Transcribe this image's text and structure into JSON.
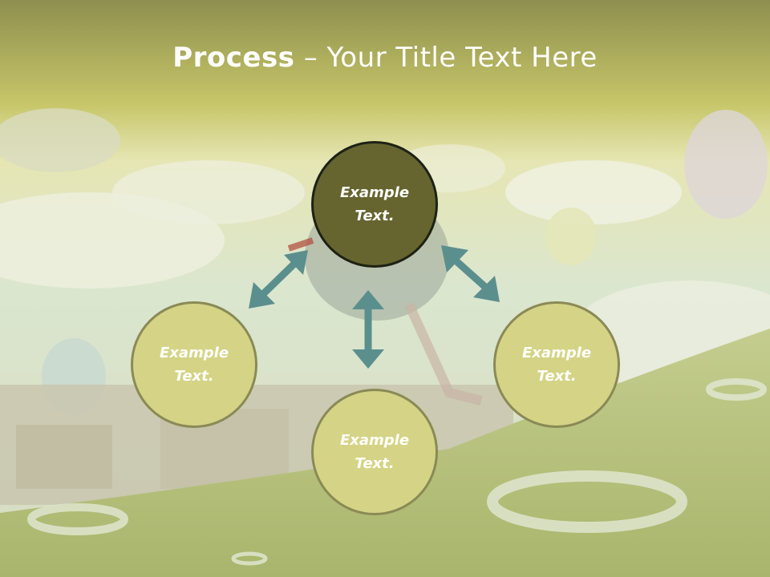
{
  "slide": {
    "title_bold": "Process",
    "title_rest": " – Your Title Text Here"
  },
  "nodes": {
    "top": {
      "line1": "Example",
      "line2": "Text."
    },
    "left": {
      "line1": "Example",
      "line2": "Text."
    },
    "right": {
      "line1": "Example",
      "line2": "Text."
    },
    "bottom": {
      "line1": "Example",
      "line2": "Text."
    }
  },
  "colors": {
    "header_band": "#b9b958",
    "node_dark": "#66652f",
    "node_light": "#d5d486",
    "arrow": "#5b8f8d"
  }
}
